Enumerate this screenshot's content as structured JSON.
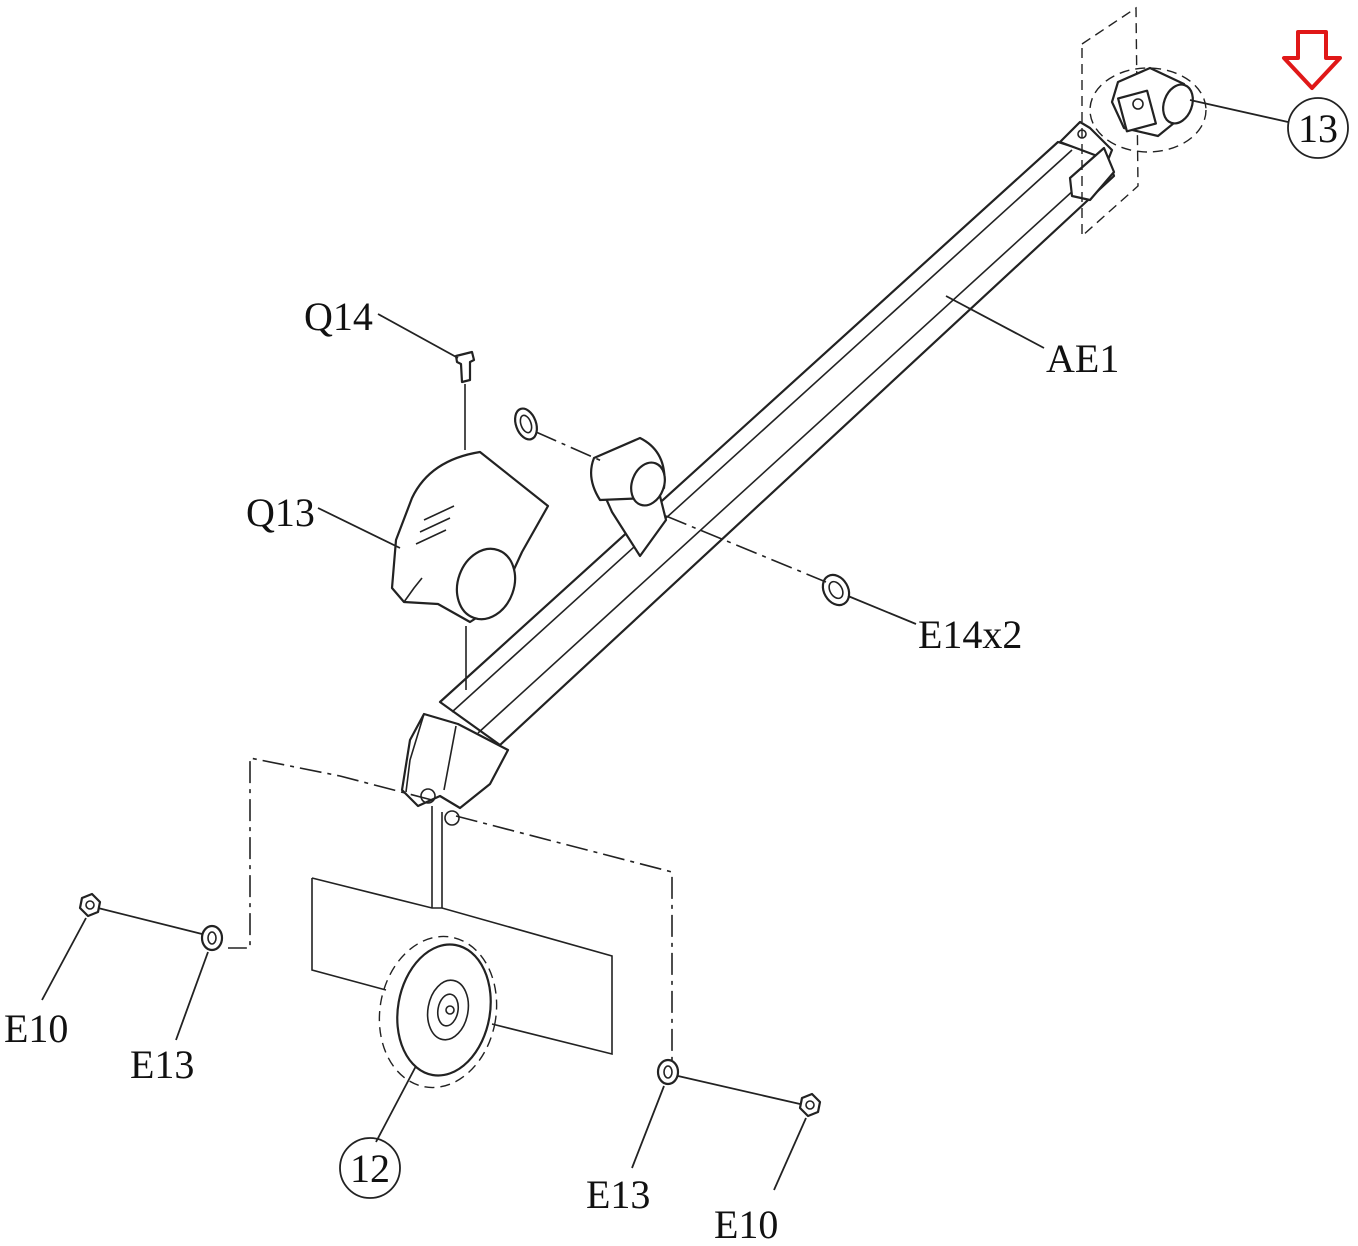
{
  "labels": {
    "q14": "Q14",
    "q13": "Q13",
    "ae1": "AE1",
    "e14": "E14x2",
    "e10_left": "E10",
    "e13_left": "E13",
    "e13_right": "E13",
    "e10_right": "E10",
    "part12": "12",
    "part13": "13"
  },
  "colors": {
    "line": "#222222",
    "arrow": "#e01818"
  },
  "icons": {
    "highlight": "arrow-down-icon"
  }
}
